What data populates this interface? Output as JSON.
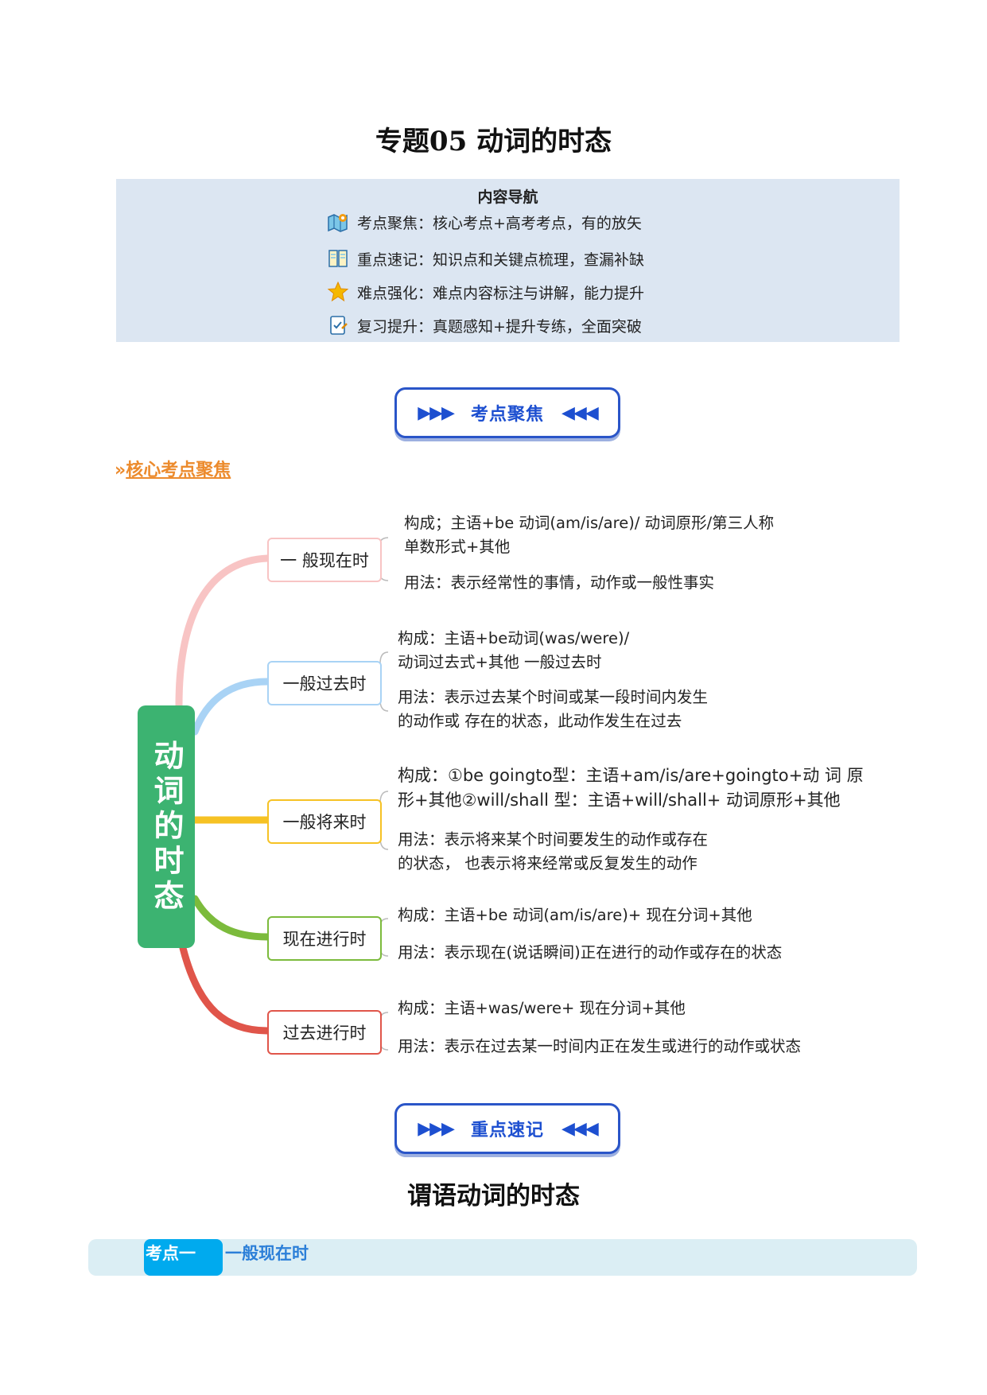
{
  "title": "专题05 动词的时态",
  "nav": {
    "heading": "内容导航",
    "items": [
      {
        "icon": "map-icon",
        "text": "考点聚焦：核心考点+高考考点，有的放矢"
      },
      {
        "icon": "book-icon",
        "text": "重点速记：知识点和关键点梳理，查漏补缺"
      },
      {
        "icon": "star-icon",
        "text": "难点强化：难点内容标注与讲解，能力提升"
      },
      {
        "icon": "checklist-icon",
        "text": "复习提升：真题感知+提升专练，全面突破"
      }
    ]
  },
  "section1": {
    "label": "考点聚焦"
  },
  "core_heading": {
    "prefix": "»",
    "text": "核心考点聚焦"
  },
  "mindmap": {
    "root": "动词的时态",
    "branches": [
      {
        "label": "一 般现在时",
        "color": "#f8c4c4",
        "form": [
          "构成；主语+be 动词(am/is/are)/  动词原形/第三人称",
          "单数形式+其他"
        ],
        "usage": [
          "用法：表示经常性的事情，动作或一般性事实"
        ]
      },
      {
        "label": "一般过去时",
        "color": "#a9d3f5",
        "form": [
          "构成：主语+be动词(was/were)/",
          "动词过去式+其他 一般过去时"
        ],
        "usage": [
          "用法：表示过去某个时间或某一段时间内发生",
          "的动作或 存在的状态，此动作发生在过去"
        ]
      },
      {
        "label": "一般将来时",
        "color": "#f6c224",
        "form": [
          "构成：①be    goingto型：主语+am/is/are+goingto+动 词 原",
          "形+其他②will/shall 型：主语+will/shall+  动词原形+其他"
        ],
        "usage": [
          "用法：表示将来某个时间要发生的动作或存在",
          "的状态，  也表示将来经常或反复发生的动作"
        ]
      },
      {
        "label": "现在进行时",
        "color": "#7cbb3c",
        "form": [
          "构成：主语+be 动词(am/is/are)+ 现在分词+其他"
        ],
        "usage": [
          "用法：表示现在(说话瞬间)正在进行的动作或存在的状态"
        ]
      },
      {
        "label": "过去进行时",
        "color": "#e0554a",
        "form": [
          "构成：主语+was/were+ 现在分词+其他"
        ],
        "usage": [
          "用法：表示在过去某一时间内正在发生或进行的动作或状态"
        ]
      }
    ]
  },
  "section2": {
    "label": "重点速记"
  },
  "subtitle": "谓语动词的时态",
  "kaodian": {
    "tag": "考点一",
    "title": "一般现在时"
  }
}
